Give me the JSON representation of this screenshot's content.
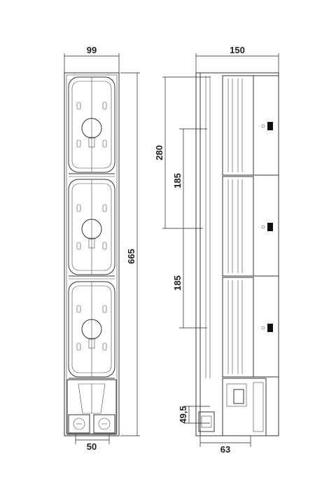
{
  "dimensions": {
    "front_width": "99",
    "front_height": "665",
    "front_bottom_width": "50",
    "side_width": "150",
    "side_spacing_280": "280",
    "side_spacing_185_a": "185",
    "side_spacing_185_b": "185",
    "side_terminal_height": "49,5",
    "side_bottom_depth": "63"
  },
  "fuse_modules": 3,
  "colors": {
    "line": "#333333",
    "background": "#ffffff"
  }
}
